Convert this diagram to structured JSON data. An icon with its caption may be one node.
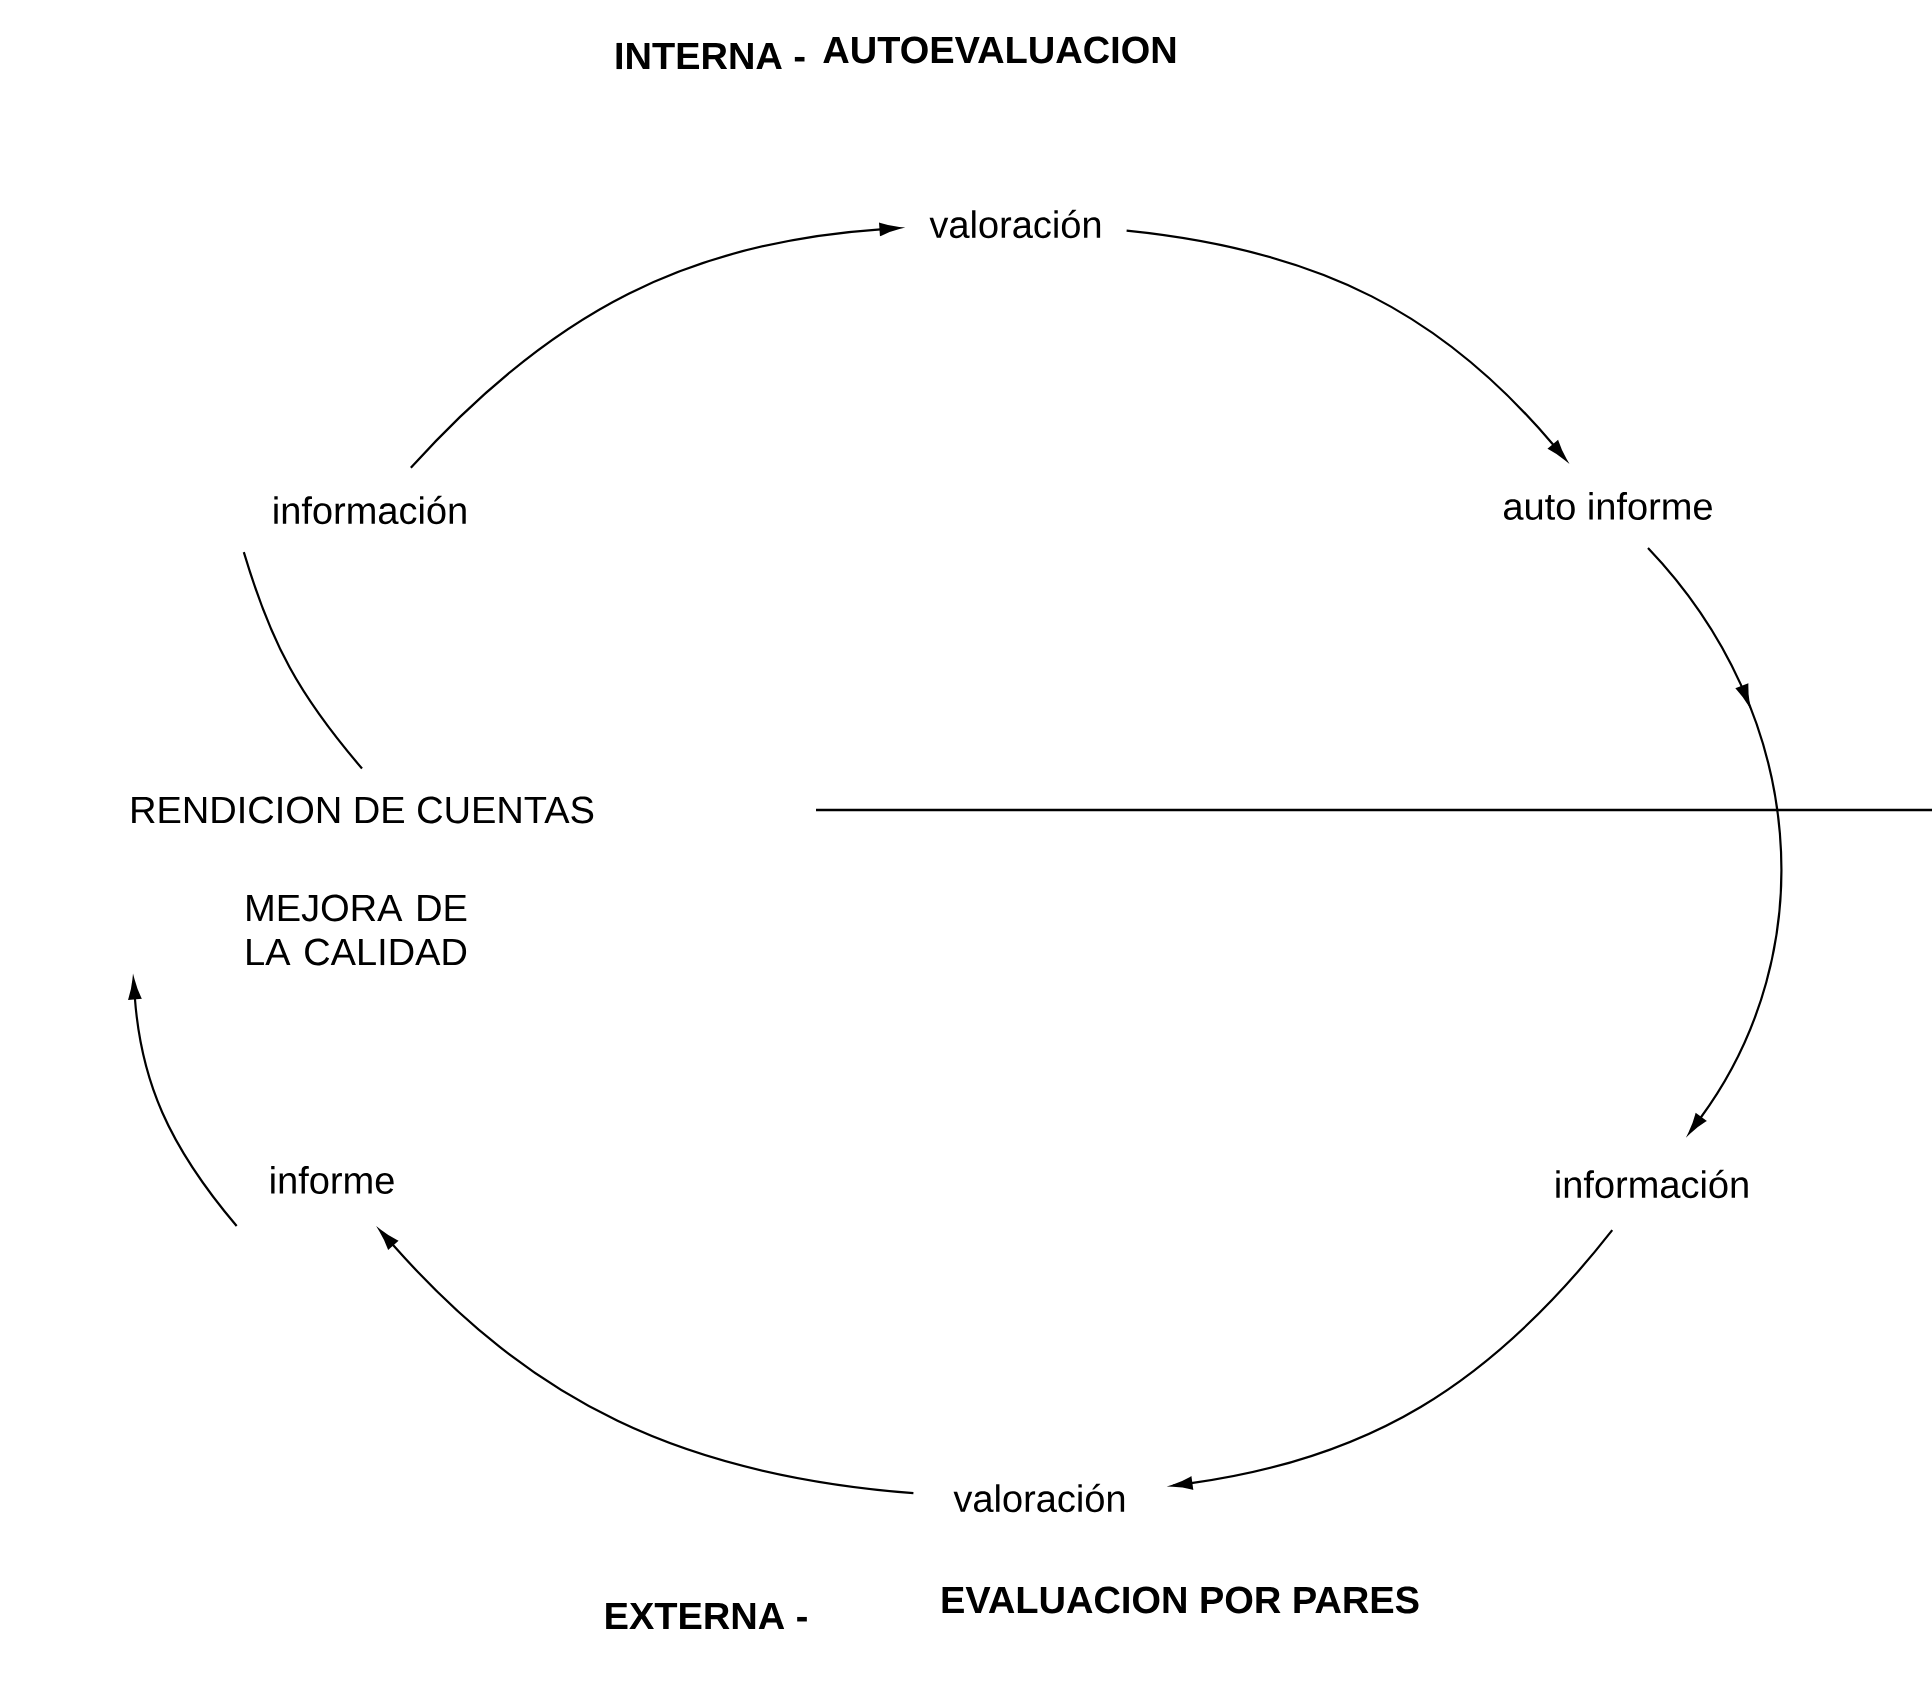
{
  "diagram": {
    "nodes": [
      {
        "text": [
          "valoración"
        ]
      },
      {
        "text": [
          "auto informe"
        ]
      },
      {
        "text": [
          "información"
        ]
      },
      {
        "text": [
          "valoración"
        ]
      },
      {
        "text": [
          "informe"
        ]
      },
      {
        "text": [
          "MEJORA  DE LA CALIDAD"
        ]
      },
      {
        "text": [
          "RENDICION DE CUENTAS"
        ]
      },
      {
        "text": [
          "información"
        ]
      }
    ],
    "edges": [
      {
        "from": 0,
        "to": 1,
        "arrow": "to"
      },
      {
        "from": 1,
        "to": 2,
        "arrow": "to"
      },
      {
        "from": 2,
        "to": 3,
        "arrow": "to"
      },
      {
        "from": 3,
        "to": 4,
        "arrow": "to"
      },
      {
        "from": 4,
        "to": 5,
        "arrow": "to"
      },
      {
        "from": 6,
        "to": 7,
        "arrow": "none"
      },
      {
        "from": 7,
        "to": 0,
        "arrow": "to"
      }
    ],
    "labels": [
      "INTERNA -",
      "AUTOEVALUACION",
      "EXTERNA -",
      "EVALUACION POR PARES"
    ]
  }
}
